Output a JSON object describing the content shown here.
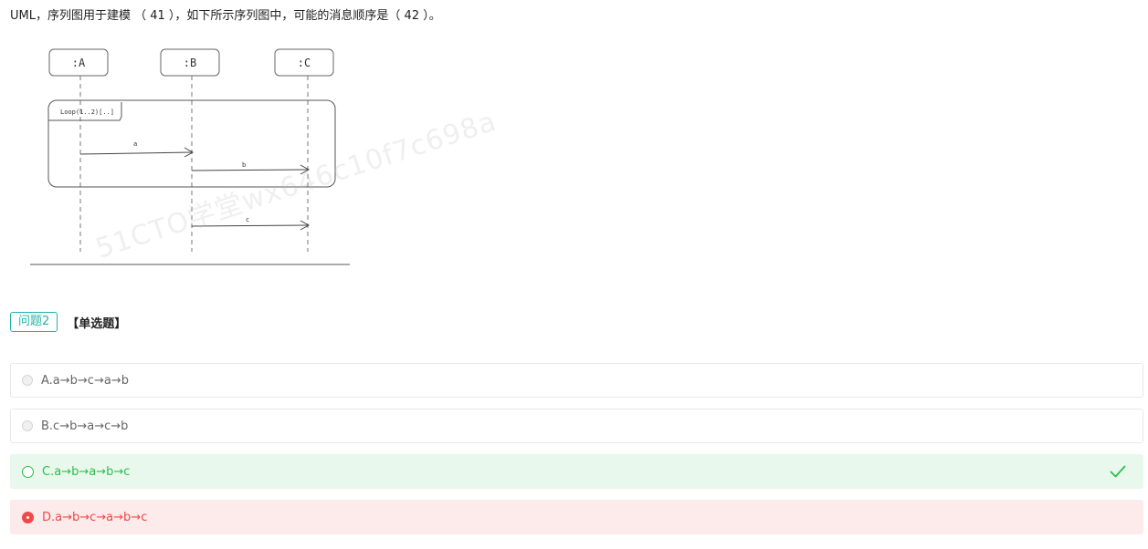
{
  "question": {
    "text": "UML，序列图用于建模 （ 41 ），如下所示序列图中，可能的消息顺序是（ 42 ）。"
  },
  "diagram": {
    "lifelines": [
      ":A",
      ":B",
      ":C"
    ],
    "loop_label": "Loop(1..2)[..]",
    "messages": [
      "a",
      "b",
      "c"
    ],
    "watermark": "51CTO学堂wx646c10f7c698a"
  },
  "header": {
    "badge": "问题2",
    "type": "【单选题】"
  },
  "options": [
    {
      "label": "A.a→b→c→a→b",
      "state": "default"
    },
    {
      "label": "B.c→b→a→c→b",
      "state": "default"
    },
    {
      "label": "C.a→b→a→b→c",
      "state": "correct"
    },
    {
      "label": "D.a→b→c→a→b→c",
      "state": "wrong"
    }
  ],
  "colors": {
    "accent": "#23b3a8",
    "correct": "#2bbf4a",
    "correct_bg": "#e9f8ec",
    "wrong": "#f04747",
    "wrong_bg": "#fdebeb"
  },
  "icons": {
    "correct_mark": "check-icon",
    "selected_mark": "radio-selected-icon"
  }
}
